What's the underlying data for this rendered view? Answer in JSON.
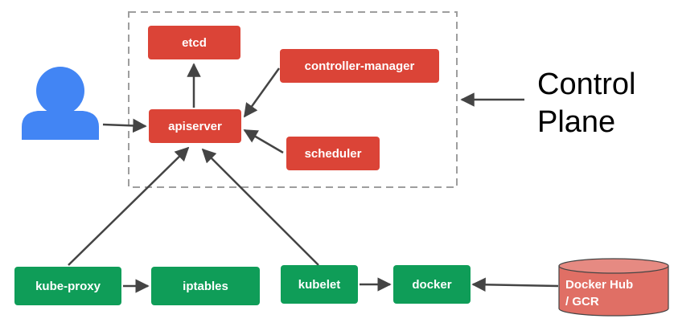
{
  "colors": {
    "control": "#db4437",
    "node": "#0f9d58",
    "user": "#4285f4",
    "external": "#e06f65",
    "edge": "#444444",
    "border": "#9e9e9e"
  },
  "control_plane": {
    "label_line1": "Control",
    "label_line2": "Plane",
    "etcd": "etcd",
    "apiserver": "apiserver",
    "controller_manager": "controller-manager",
    "scheduler": "scheduler"
  },
  "nodes": {
    "kube_proxy": "kube-proxy",
    "iptables": "iptables",
    "kubelet": "kubelet",
    "docker": "docker"
  },
  "registry": {
    "line1": "Docker Hub",
    "line2": "/ GCR"
  },
  "icons": {
    "user": "user-icon",
    "registry": "database-cylinder-icon"
  }
}
